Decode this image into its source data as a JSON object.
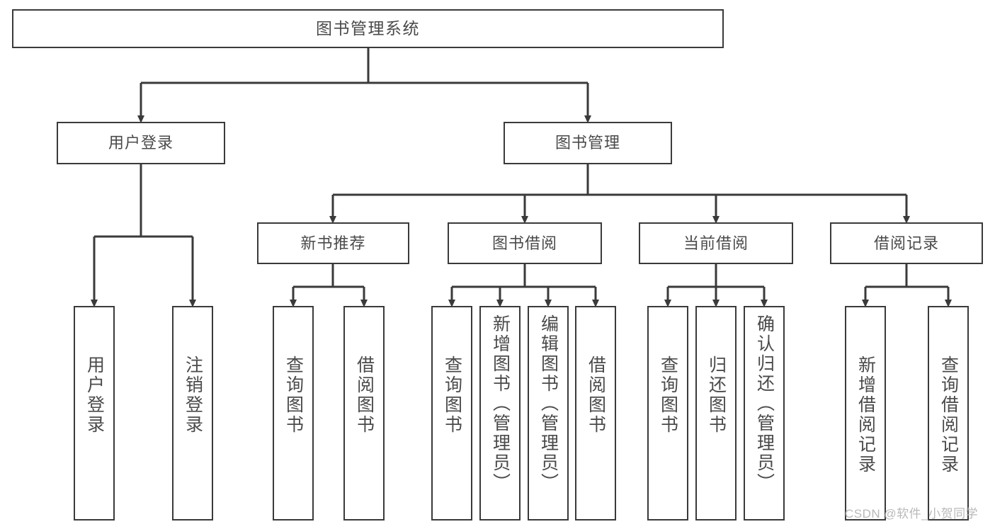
{
  "diagram": {
    "title": "图书管理系统",
    "type": "tree-hierarchy-diagram",
    "colors": {
      "box_border": "#3a3a3a",
      "box_fill": "#ffffff",
      "connector": "#3a3a3a",
      "text": "#4a4a4a",
      "watermark": "#b9b9b9",
      "background": "#ffffff"
    },
    "root": {
      "label": "图书管理系统"
    },
    "level2": [
      {
        "label": "用户登录"
      },
      {
        "label": "图书管理"
      }
    ],
    "level3": [
      {
        "label": "新书推荐"
      },
      {
        "label": "图书借阅"
      },
      {
        "label": "当前借阅"
      },
      {
        "label": "借阅记录"
      }
    ],
    "leaves": {
      "user_login": [
        {
          "label": "用户登录"
        },
        {
          "label": "注销登录"
        }
      ],
      "new_book_recommend": [
        {
          "label": "查询图书"
        },
        {
          "label": "借阅图书"
        }
      ],
      "book_borrow": [
        {
          "label": "查询图书"
        },
        {
          "label": "新增图书（管理员）"
        },
        {
          "label": "编辑图书（管理员）"
        },
        {
          "label": "借阅图书"
        }
      ],
      "current_borrow": [
        {
          "label": "查询图书"
        },
        {
          "label": "归还图书"
        },
        {
          "label": "确认归还（管理员）"
        }
      ],
      "borrow_record": [
        {
          "label": "新增借阅记录"
        },
        {
          "label": "查询借阅记录"
        }
      ]
    }
  },
  "watermark": {
    "text": "CSDN @软件_小贺同学"
  }
}
